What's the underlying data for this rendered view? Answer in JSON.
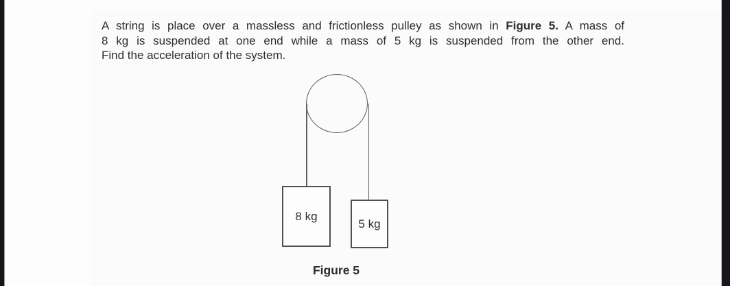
{
  "page": {
    "background_color": "#fdfdfe",
    "edge_bar_color": "#17171b",
    "text_color": "#2e2e2e"
  },
  "problem": {
    "line1_prefix": "A string is place over a massless and frictionless pulley as shown in",
    "line1_bold": "Figure 5.",
    "line1_suffix": "A mass of",
    "line2": "8 kg is suspended at one end while a mass of 5 kg is suspended from the other end.",
    "line3": "Find the acceleration of the system."
  },
  "figure": {
    "left_mass_label": "8 kg",
    "right_mass_label": "5 kg",
    "caption": "Figure 5",
    "diagram_line_color": "#59585b"
  }
}
